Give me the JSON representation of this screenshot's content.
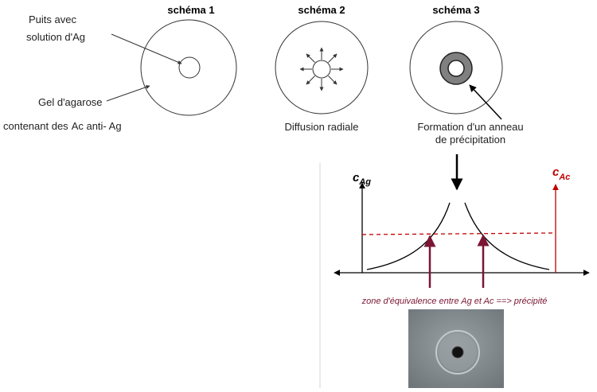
{
  "schemas": {
    "s1_title": "schéma 1",
    "s2_title": "schéma 2",
    "s3_title": "schéma 3",
    "well_label_line1": "Puits avec",
    "well_label_line2": "solution d'Ag",
    "gel_label": "Gel d'agarose",
    "gel_label2_part1": "contenant des",
    "gel_label2_part2": "Ac anti- Ag",
    "diffusion_label": "Diffusion radiale",
    "ring_label_line1": "Formation d'un anneau",
    "ring_label_line2": "de précipitation"
  },
  "graph": {
    "y_left_label_main": "c",
    "y_left_label_sub": "Ag",
    "y_right_label_main": "c",
    "y_right_label_sub": "Ac",
    "zone_label": "zone d'équivalence entre Ag et Ac ==> précipité"
  },
  "colors": {
    "ac_red": "#c00000",
    "zone_arrow": "#7b1634",
    "ring_gray": "#808080",
    "photo_bg": "#8c9396"
  }
}
